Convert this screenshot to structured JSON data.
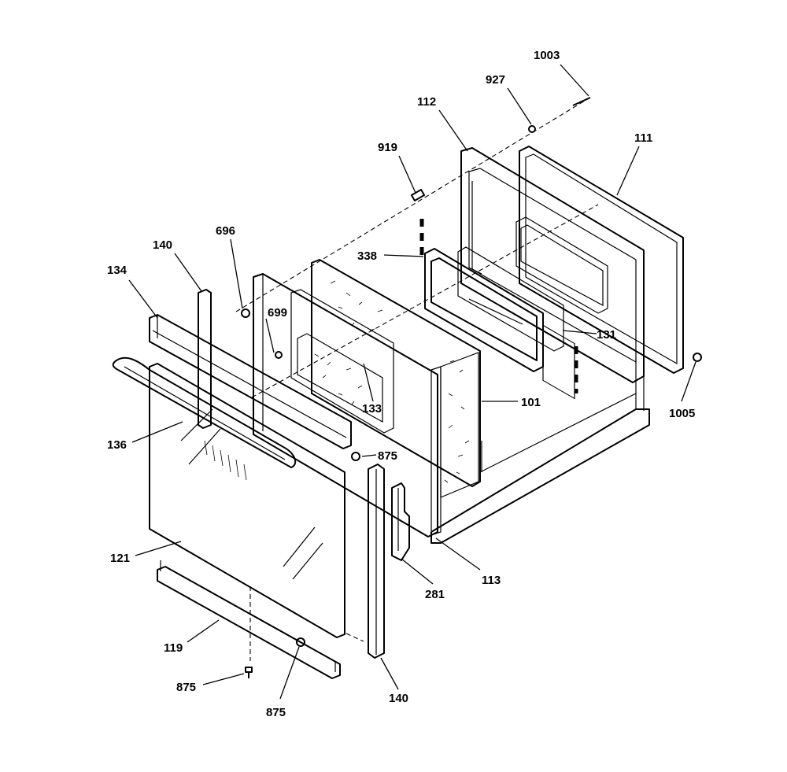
{
  "labels": {
    "p1003": "1003",
    "p927": "927",
    "p112": "112",
    "p111": "111",
    "p919": "919",
    "p140_top": "140",
    "p696": "696",
    "p134": "134",
    "p338": "338",
    "p699": "699",
    "p131": "131",
    "p133": "133",
    "p101": "101",
    "p1005": "1005",
    "p136": "136",
    "p875_mid": "875",
    "p121": "121",
    "p113": "113",
    "p281": "281",
    "p119": "119",
    "p875_left": "875",
    "p875_bottom": "875",
    "p140_bottom": "140"
  }
}
